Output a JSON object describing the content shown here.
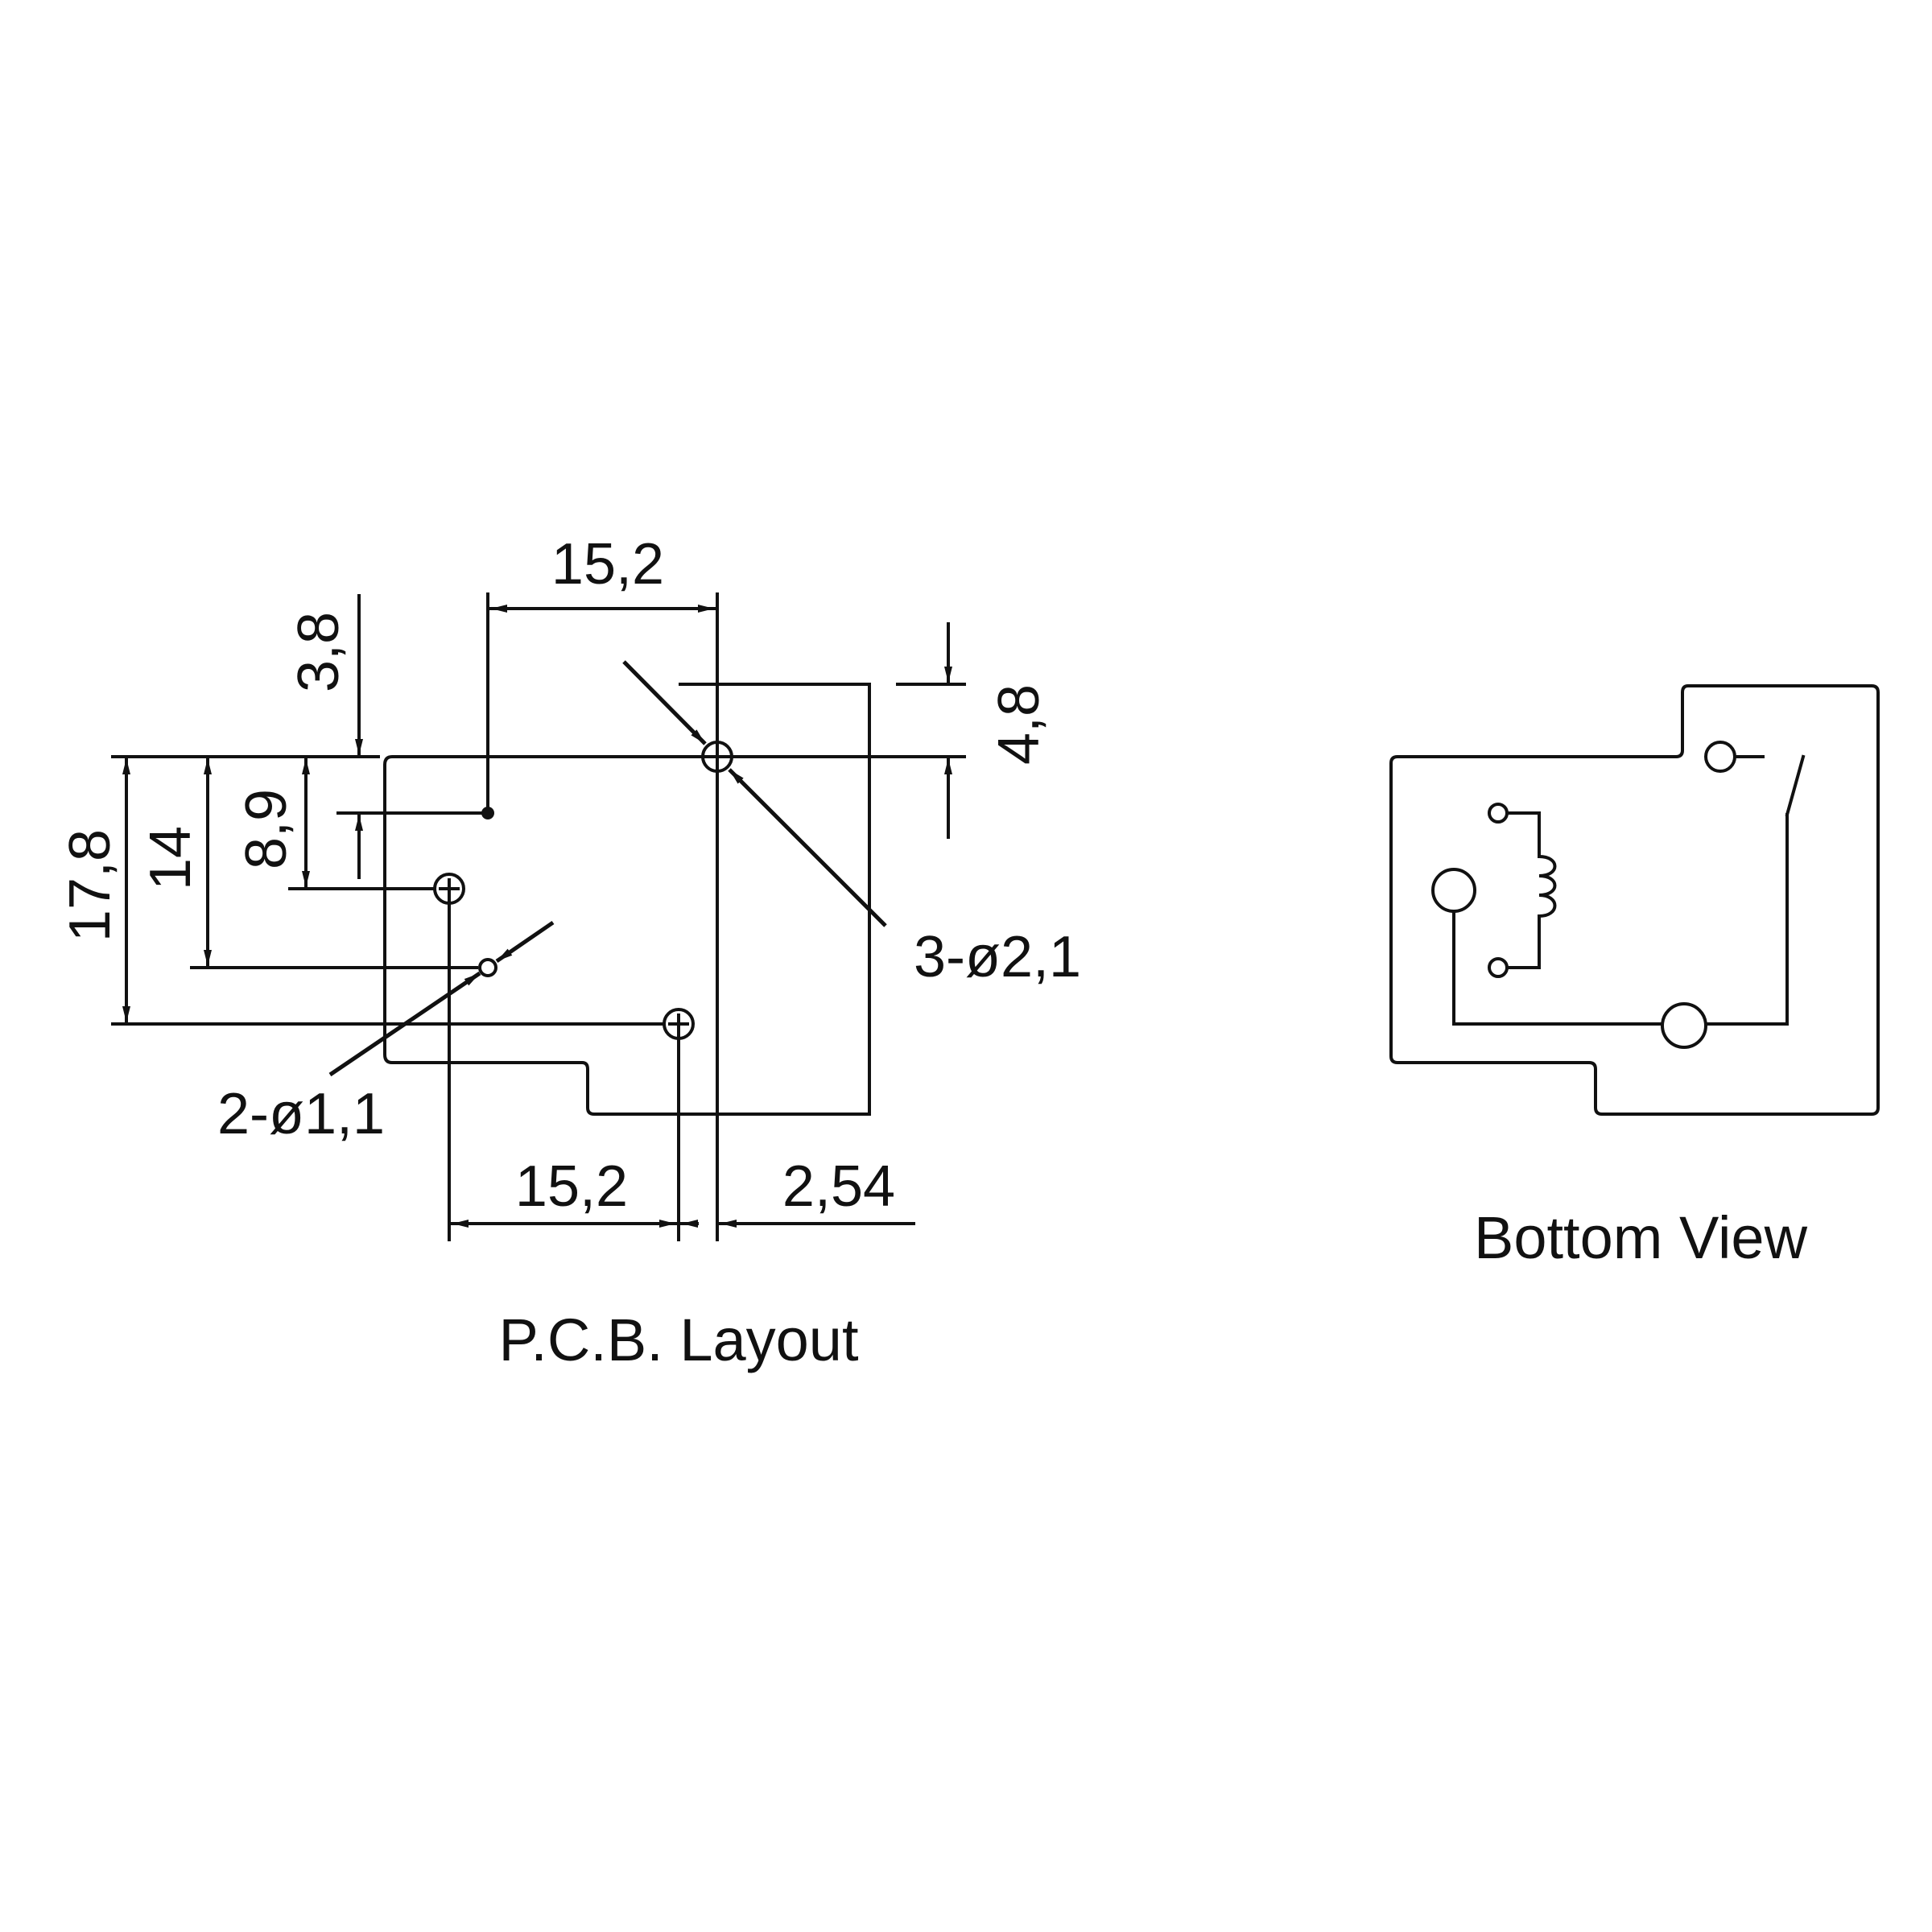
{
  "pcb_layout": {
    "caption": "P.C.B. Layout",
    "dimensions": {
      "top_width": "15,2",
      "bottom_width": "15,2",
      "bottom_offset": "2,54",
      "right_offset": "4,8",
      "left_3_8": "3,8",
      "left_8_9": "8,9",
      "left_14": "14",
      "left_17_8": "17,8"
    },
    "hole_callouts": {
      "large_holes": "3-ø2,1",
      "small_holes": "2-ø1,1"
    }
  },
  "bottom_view": {
    "caption": "Bottom View"
  },
  "colors": {
    "line": "#111111",
    "background": "#ffffff"
  }
}
